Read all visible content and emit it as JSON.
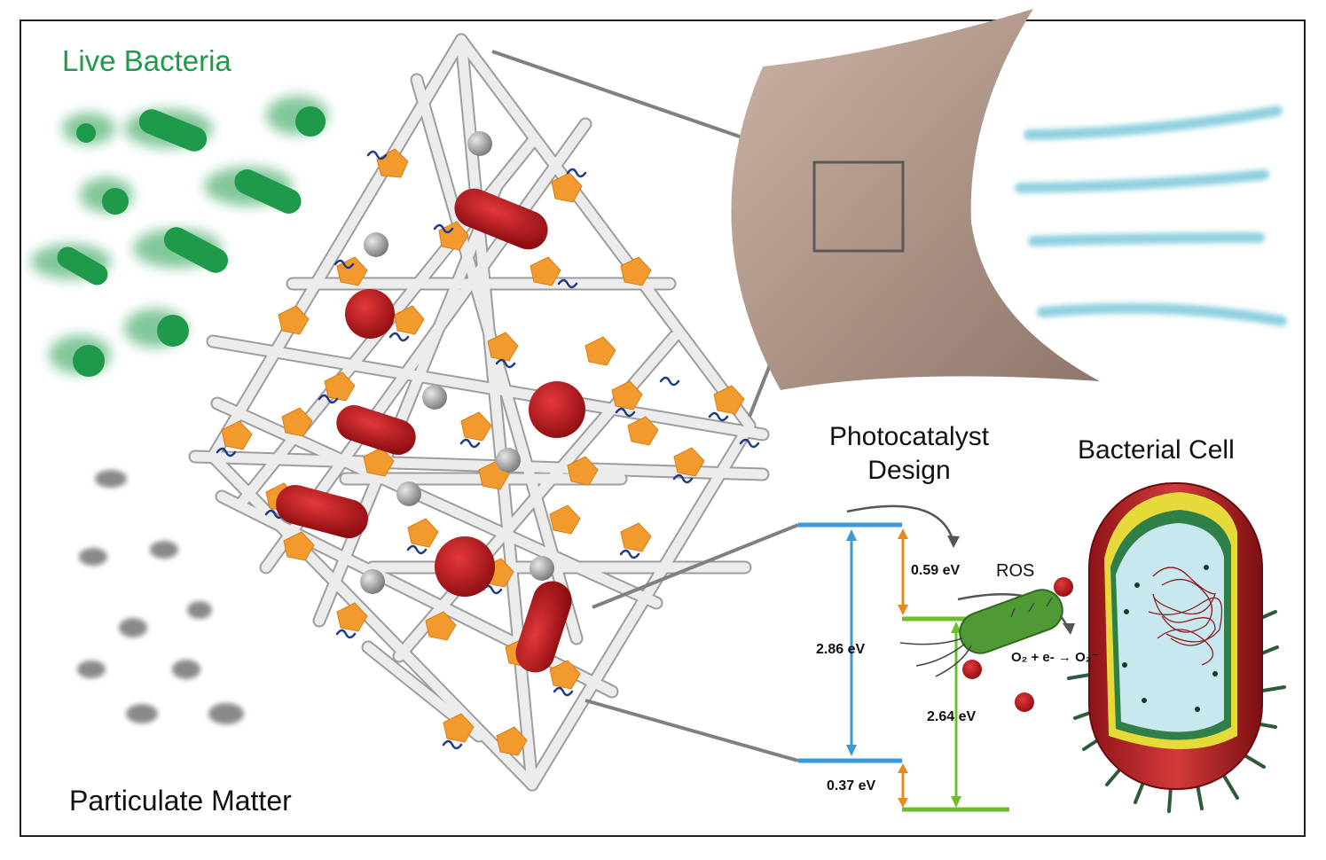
{
  "labels": {
    "live_bacteria": "Live Bacteria",
    "particulate_matter": "Particulate Matter",
    "photocatalyst_line1": "Photocatalyst",
    "photocatalyst_line2": "Design",
    "bacterial_cell": "Bacterial Cell",
    "ros": "ROS",
    "reaction": "O₂ + e- → O₂⁻"
  },
  "energy_levels": {
    "band_gap_1": "2.86 eV",
    "band_gap_2": "2.64 eV",
    "cb_offset": "0.59 eV",
    "vb_offset": "0.37 eV"
  },
  "colors": {
    "bacteria_green": "#1e9a4a",
    "band_blue": "#3a9ad9",
    "band_green": "#6cbf2a",
    "offset_orange": "#e8891c",
    "fiber_white": "#e9e9e9",
    "node_orange": "#f39a2e",
    "red_bacterium": "#c0161b",
    "membrane_tan": "#b19585",
    "air_flow_cyan": "#8fd0df",
    "pm_gray": "#8a8a8a"
  }
}
